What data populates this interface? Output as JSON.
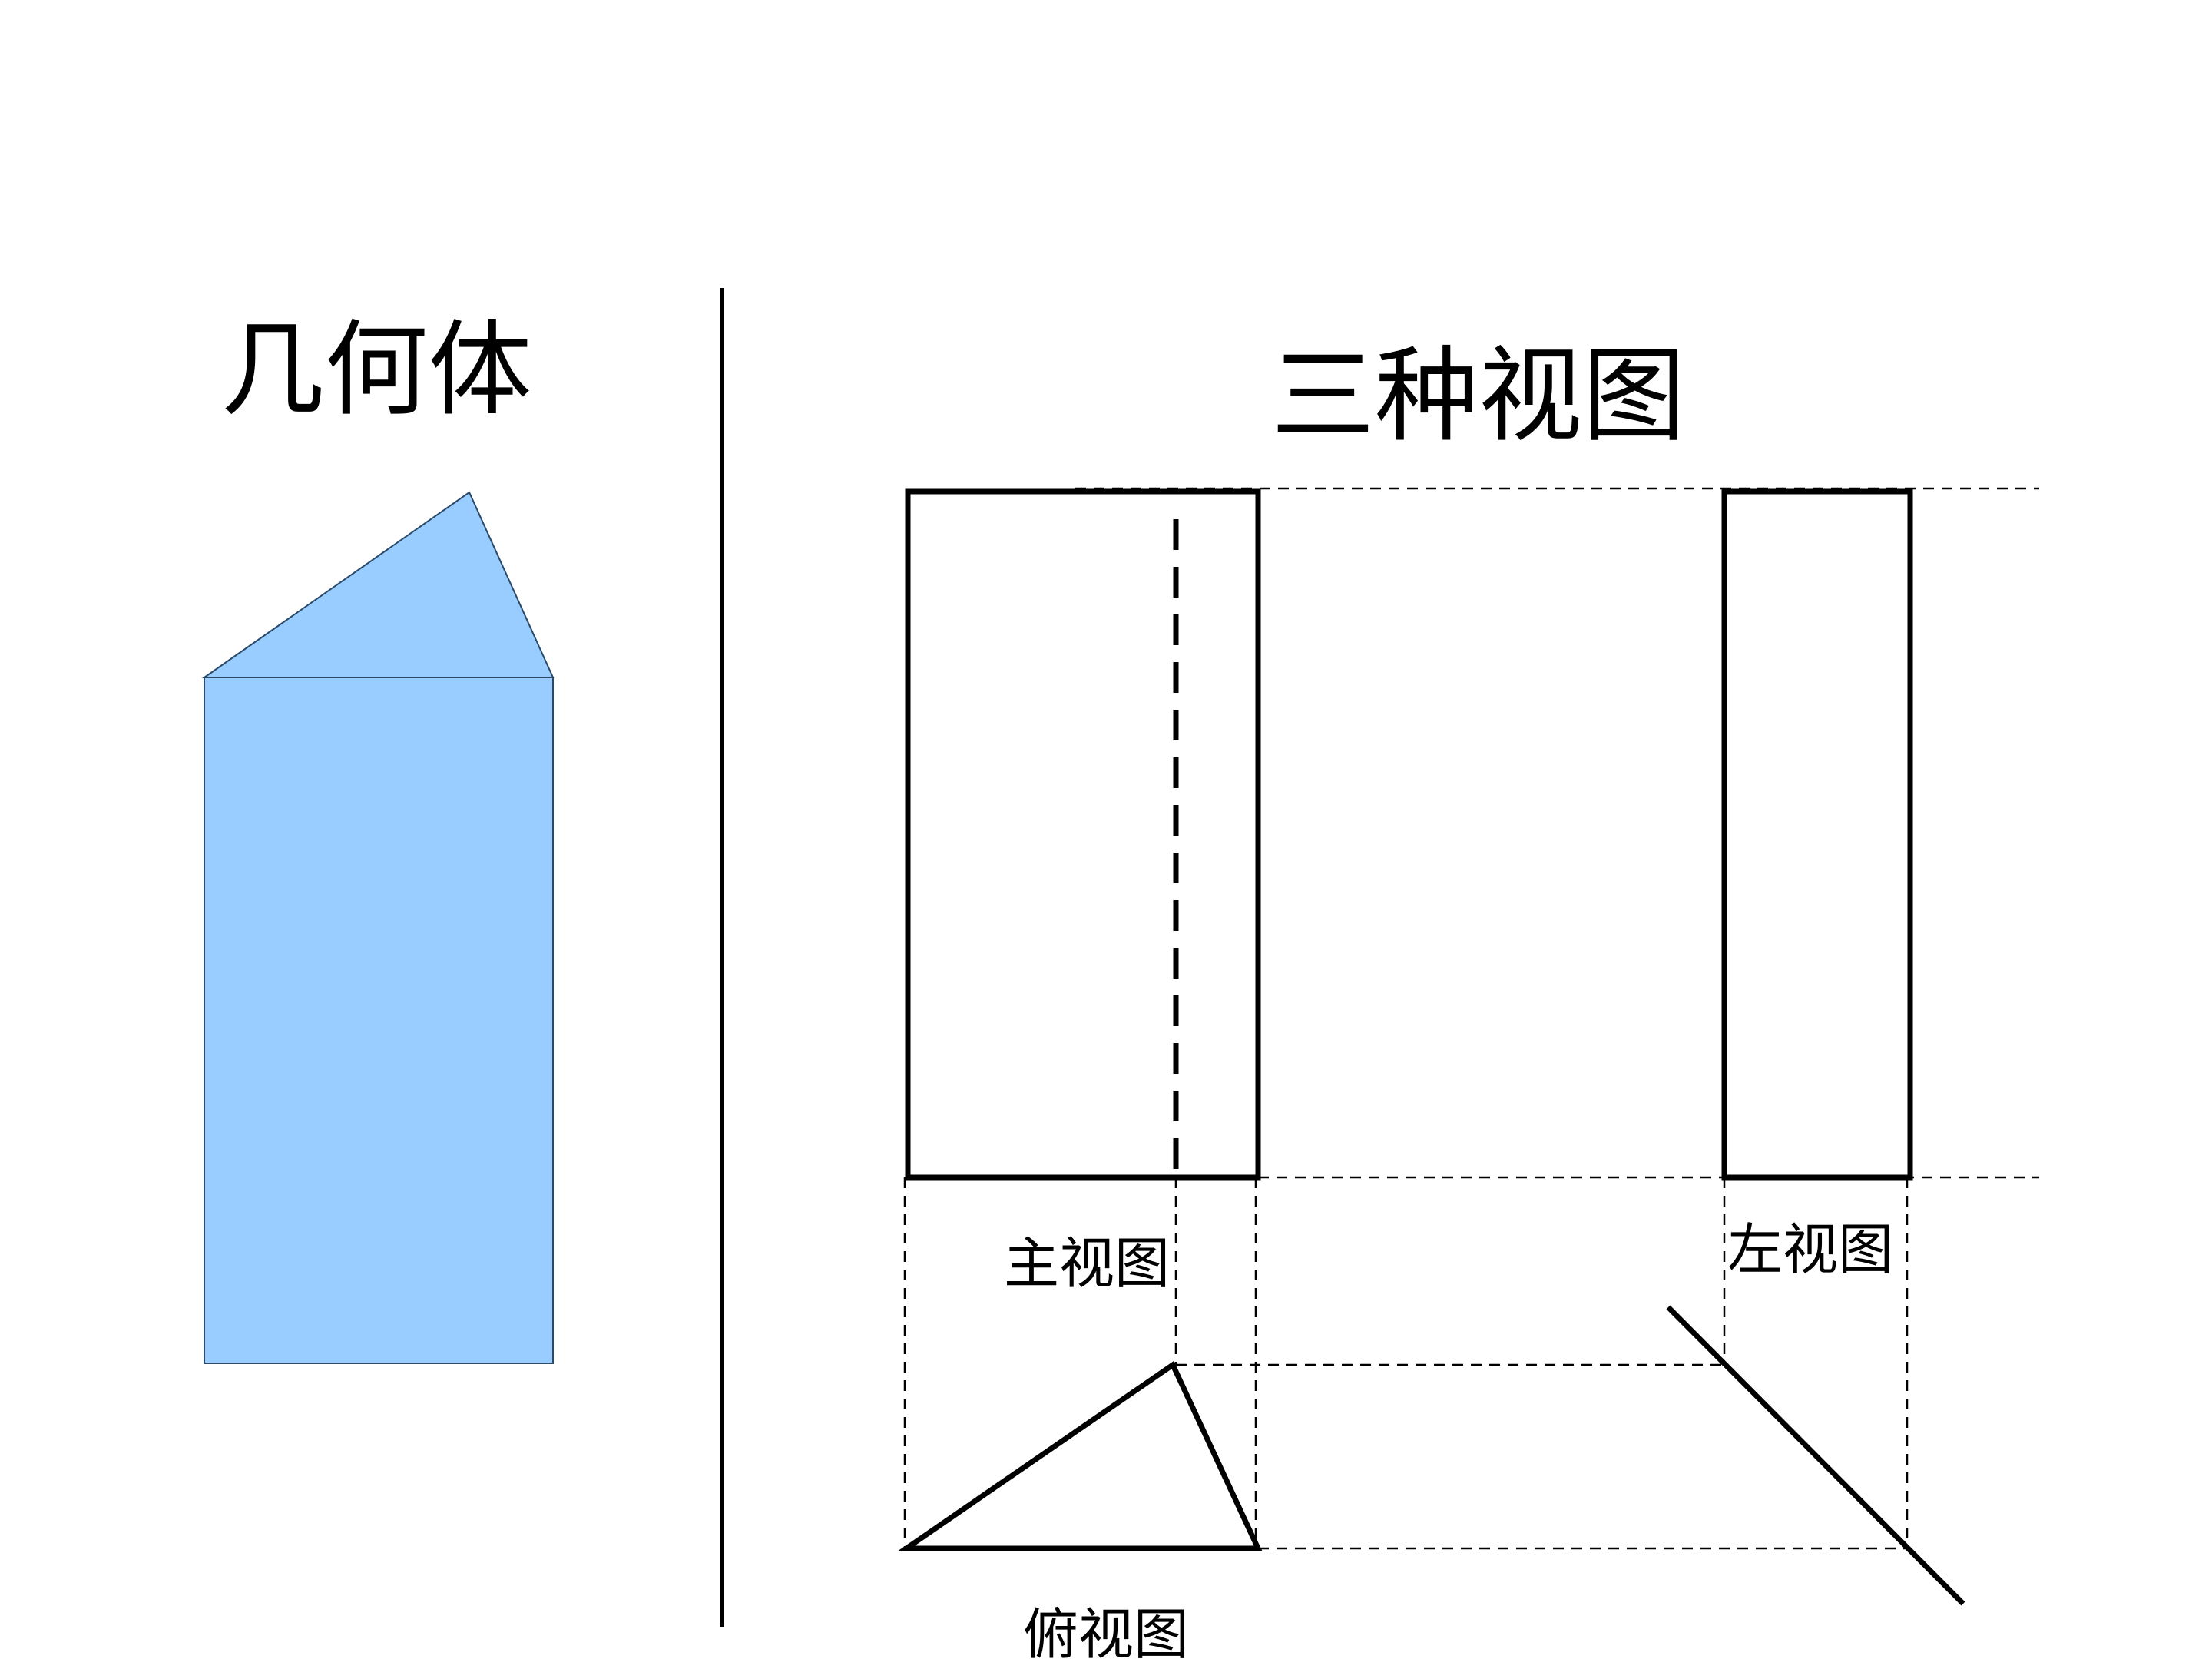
{
  "headings": {
    "solid_title": "几何体",
    "views_title": "三种视图"
  },
  "view_labels": {
    "front": "主视图",
    "left": "左视图",
    "top": "俯视图"
  },
  "colors": {
    "solid_fill": "#99ccff",
    "solid_stroke": "#2a4a6a",
    "line": "#000000"
  }
}
